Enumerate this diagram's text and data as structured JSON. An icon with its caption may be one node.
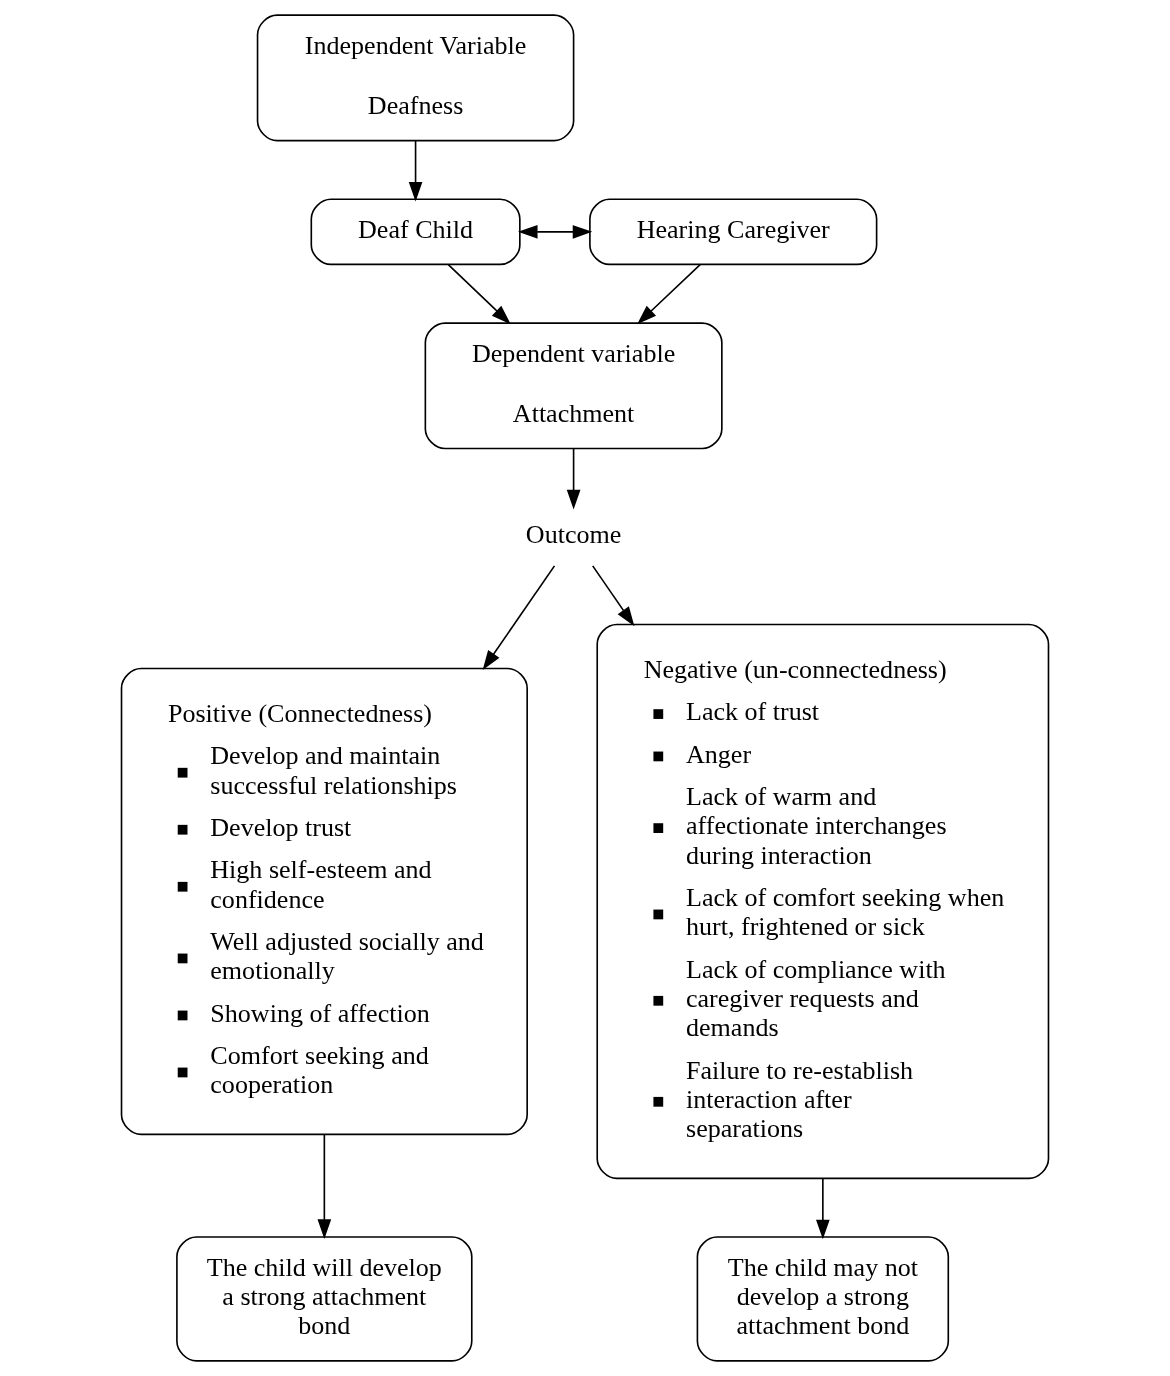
{
  "diagram": {
    "nodes": [
      {
        "text": [
          "Independent Variable",
          "Deafness"
        ]
      },
      {
        "text": [
          "Deaf Child"
        ]
      },
      {
        "text": [
          "Hearing Caregiver"
        ]
      },
      {
        "text": [
          "Dependent variable",
          "Attachment"
        ]
      },
      {
        "text": [
          "Outcome"
        ]
      },
      {
        "text": [
          "Positive (Connectedness)",
          "Develop and maintain successful relationships",
          "Develop trust",
          "High self-esteem and confidence",
          "Well adjusted socially and emotionally",
          "Showing of affection",
          "Comfort seeking and cooperation"
        ]
      },
      {
        "text": [
          "Negative (un-connectedness)",
          "Lack of trust",
          "Anger",
          "Lack of warm and affectionate interchanges during interaction",
          "Lack of comfort seeking when hurt, frightened or sick",
          "Lack of compliance with caregiver requests and demands",
          "Failure to re-establish interaction after separations"
        ]
      },
      {
        "text": [
          "The child will develop a strong attachment bond"
        ]
      },
      {
        "text": [
          "The child may not develop a strong attachment bond"
        ]
      }
    ],
    "edges": [
      {
        "from": 0,
        "to": 1,
        "arrow": "to"
      },
      {
        "from": 1,
        "to": 2,
        "arrow": "both"
      },
      {
        "from": 1,
        "to": 3,
        "arrow": "to"
      },
      {
        "from": 2,
        "to": 3,
        "arrow": "to"
      },
      {
        "from": 3,
        "to": 4,
        "arrow": "to"
      },
      {
        "from": 4,
        "to": 5,
        "arrow": "to"
      },
      {
        "from": 4,
        "to": 6,
        "arrow": "to"
      },
      {
        "from": 5,
        "to": 7,
        "arrow": "to"
      },
      {
        "from": 6,
        "to": 8,
        "arrow": "to"
      }
    ]
  }
}
